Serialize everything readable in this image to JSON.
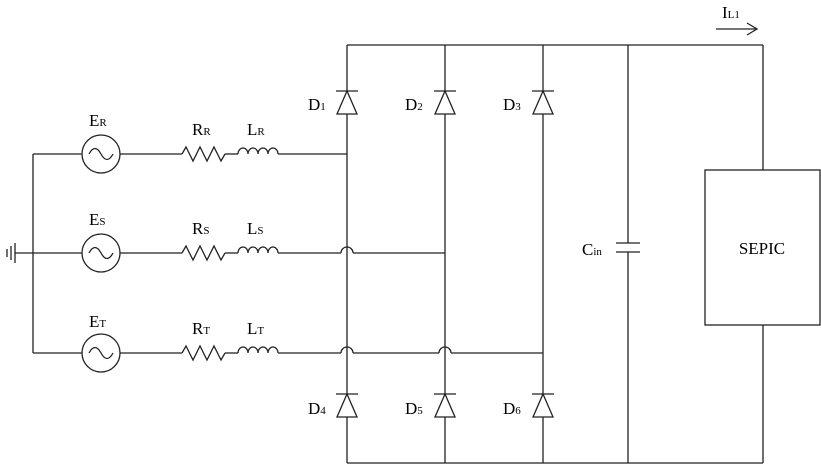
{
  "sources": [
    {
      "id": "r",
      "main": "E",
      "sub": "R"
    },
    {
      "id": "s",
      "main": "E",
      "sub": "S"
    },
    {
      "id": "t",
      "main": "E",
      "sub": "T"
    }
  ],
  "resistors": [
    {
      "id": "r",
      "main": "R",
      "sub": "R"
    },
    {
      "id": "s",
      "main": "R",
      "sub": "S"
    },
    {
      "id": "t",
      "main": "R",
      "sub": "T"
    }
  ],
  "inductors": [
    {
      "id": "r",
      "main": "L",
      "sub": "R"
    },
    {
      "id": "s",
      "main": "L",
      "sub": "S"
    },
    {
      "id": "t",
      "main": "L",
      "sub": "T"
    }
  ],
  "diodes": [
    {
      "id": "1",
      "main": "D",
      "sub": "1"
    },
    {
      "id": "2",
      "main": "D",
      "sub": "2"
    },
    {
      "id": "3",
      "main": "D",
      "sub": "3"
    },
    {
      "id": "4",
      "main": "D",
      "sub": "4"
    },
    {
      "id": "5",
      "main": "D",
      "sub": "5"
    },
    {
      "id": "6",
      "main": "D",
      "sub": "6"
    }
  ],
  "capacitor": {
    "main": "C",
    "sub": "in"
  },
  "current": {
    "main": "I",
    "sub": "L1"
  },
  "converter": {
    "label": "SEPIC"
  }
}
